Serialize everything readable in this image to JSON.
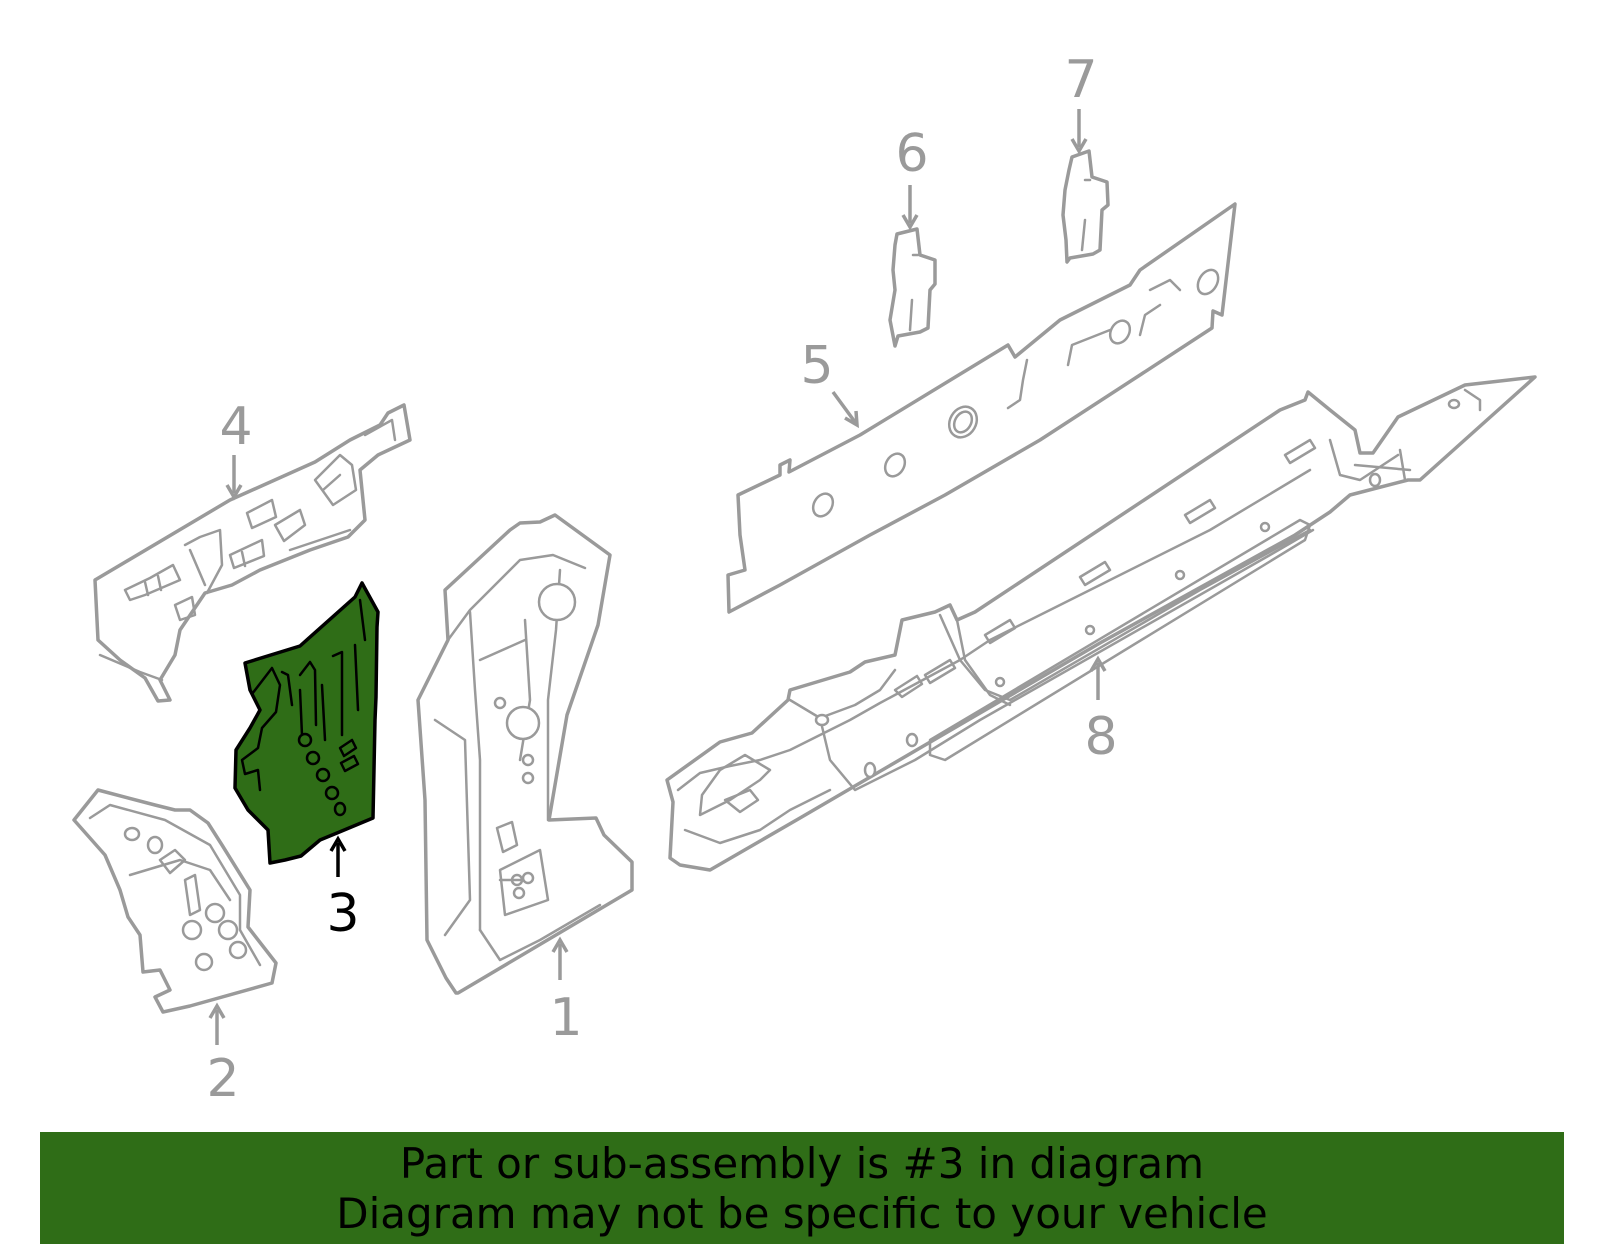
{
  "diagram": {
    "callouts": {
      "c1": "1",
      "c2": "2",
      "c3": "3",
      "c4": "4",
      "c5": "5",
      "c6": "6",
      "c7": "7",
      "c8": "8"
    },
    "highlighted_part": "3",
    "highlight_color": "#2f6d17",
    "outline_color": "#9a9a9a"
  },
  "banner": {
    "line1": "Part or sub-assembly is #3 in diagram",
    "line2": "Diagram may not be specific to your vehicle",
    "background": "#2f6d17"
  }
}
